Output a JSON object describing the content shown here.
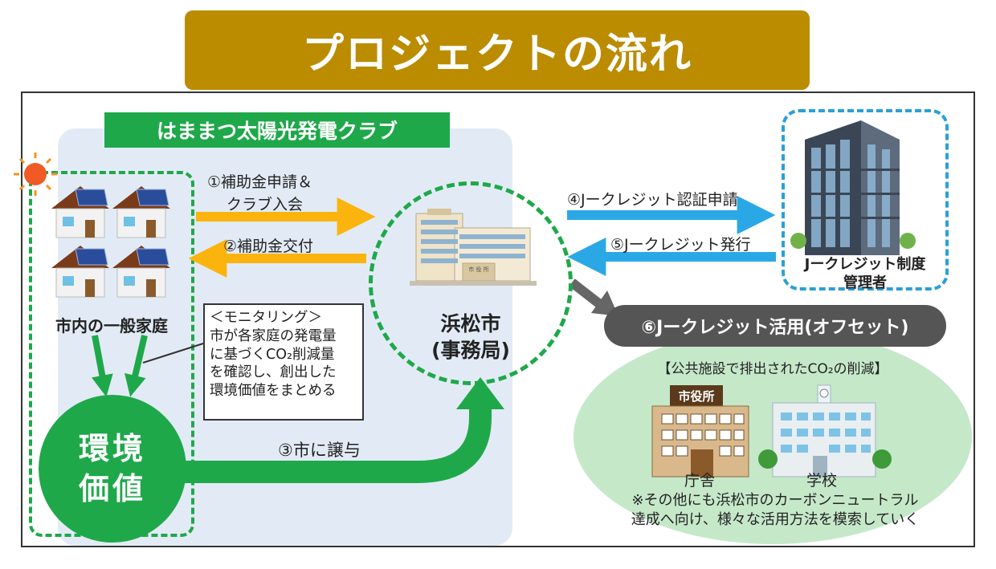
{
  "title": "プロジェクトの流れ",
  "club": {
    "label": "はままつ太陽光発電クラブ",
    "households_label": "市内の一般家庭",
    "env_value_line1": "環境",
    "env_value_line2": "価値",
    "monitoring": {
      "heading": "＜モニタリング＞",
      "lines": [
        "市が各家庭の発電量",
        "に基づくCO₂削減量",
        "を確認し、創出した",
        "環境価値をまとめる"
      ]
    }
  },
  "steps": {
    "step1_line1": "①補助金申請＆",
    "step1_line2": "クラブ入会",
    "step2": "②補助金交付",
    "step3": "③市に譲与",
    "step4": "④Jークレジット認証申請",
    "step5": "⑤Jークレジット発行",
    "step6": "⑥Jークレジット活用(オフセット)"
  },
  "city": {
    "line1": "浜松市",
    "line2": "(事務局)",
    "sign": "市 役 所"
  },
  "jcredit": {
    "line1": "Jークレジット制度",
    "line2": "管理者"
  },
  "use": {
    "subtitle": "【公共施設で排出されたCO₂の削減】",
    "building1_sign": "市役所",
    "building1_label": "庁舎",
    "building2_label": "学校",
    "note_line1": "※その他にも浜松市のカーボンニュートラル",
    "note_line2": "達成へ向け、様々な活用方法を模索していく"
  },
  "colors": {
    "title_bg": "#bb8c00",
    "green": "#1fa84a",
    "orange_arrow": "#fbb40e",
    "blue_arrow": "#2aa8e6",
    "gray_arrow": "#666666",
    "club_bg": "#e2ebf5",
    "use_bg": "#c5e8c9"
  },
  "icons": [
    "sun-icon",
    "house-solar-icon",
    "city-office-icon",
    "office-tower-icon",
    "city-hall-icon",
    "school-icon"
  ]
}
